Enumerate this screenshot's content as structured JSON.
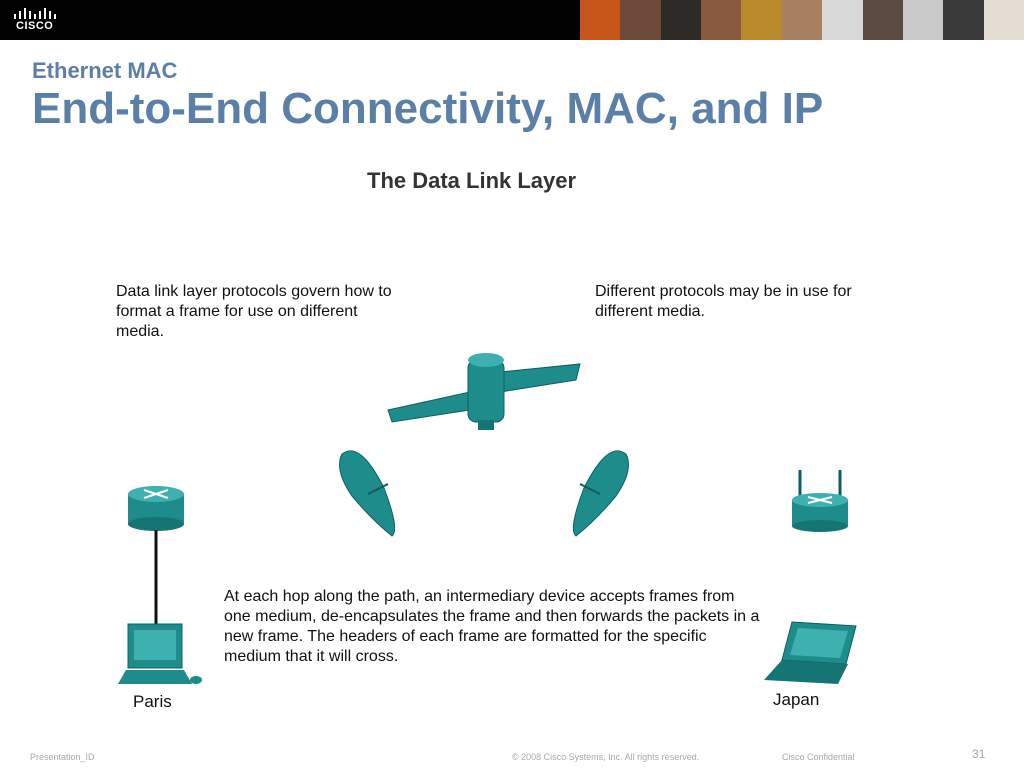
{
  "header": {
    "logo_text": "CISCO",
    "photo_colors": [
      "#c8561a",
      "#6e4a3a",
      "#2e2a28",
      "#8a5a40",
      "#b88a2a",
      "#a68060",
      "#d8d8d8",
      "#5a4a40",
      "#c9c9c9",
      "#3a3a3a",
      "#e2dcd2"
    ]
  },
  "slide": {
    "subtitle": "Ethernet MAC",
    "title": "End-to-End Connectivity, MAC, and IP"
  },
  "diagram": {
    "title": "The Data Link Layer",
    "note_left": "Data link layer protocols govern how to format a frame for use on different media.",
    "note_right": "Different protocols may be in use for different media.",
    "note_bottom": "At each hop along the path, an intermediary device accepts frames from one medium, de-encapsulates the frame and then forwards the packets in a new frame. The headers of each frame are formatted for the specific medium that it will cross.",
    "left_label": "Paris",
    "right_label": "Japan",
    "device_color": "#1f8c8c"
  },
  "footer": {
    "presentation_id": "Presentation_ID",
    "copyright": "© 2008 Cisco Systems, Inc. All rights reserved.",
    "confidential": "Cisco Confidential",
    "page_number": "31"
  }
}
